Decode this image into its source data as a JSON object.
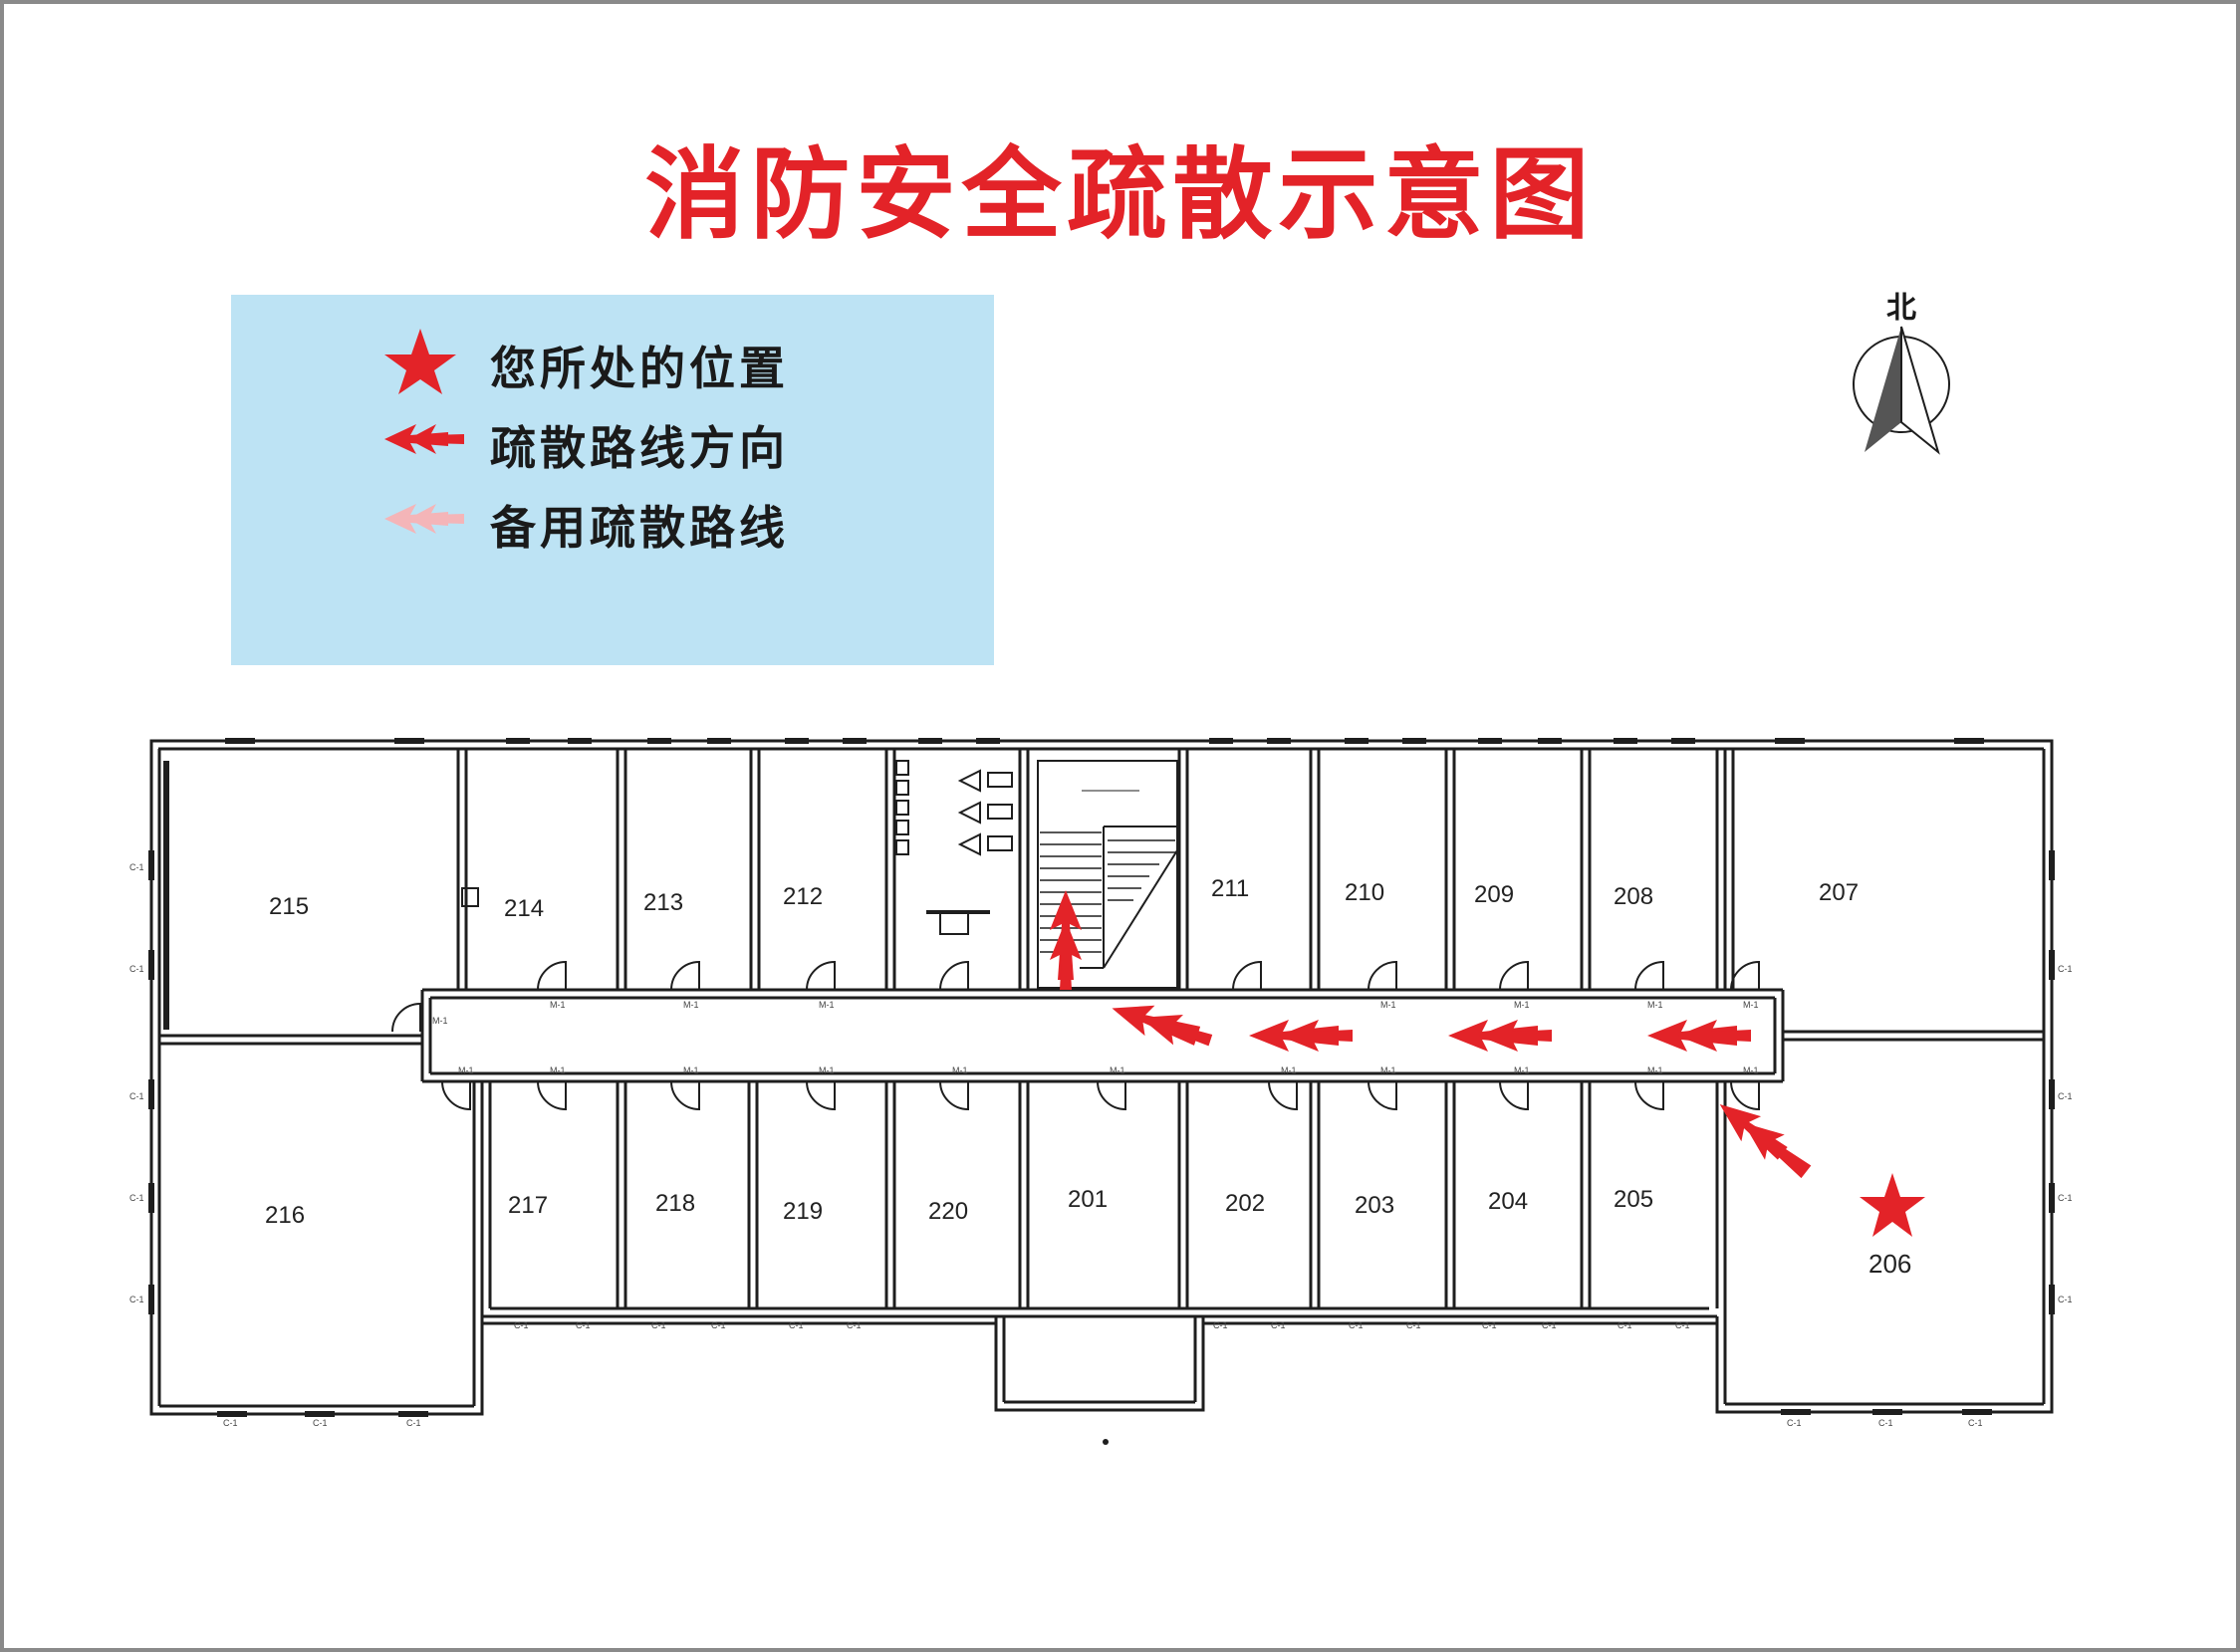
{
  "title": "消防安全疏散示意图",
  "colors": {
    "title": "#e32328",
    "legend_bg": "#bde3f4",
    "route": "#e32328",
    "alt_route": "#f4b5b8",
    "wall": "#1e1e1e"
  },
  "legend": {
    "items": [
      {
        "symbol": "star-icon",
        "label": "您所处的位置"
      },
      {
        "symbol": "arrow-left-icon",
        "label": "疏散路线方向"
      },
      {
        "symbol": "arrow-left-light-icon",
        "label": "备用疏散路线"
      }
    ]
  },
  "compass": {
    "north_label": "北"
  },
  "floor_plan": {
    "rooms": {
      "r215": "215",
      "r214": "214",
      "r213": "213",
      "r212": "212",
      "r211": "211",
      "r210": "210",
      "r209": "209",
      "r208": "208",
      "r207": "207",
      "r216": "216",
      "r217": "217",
      "r218": "218",
      "r219": "219",
      "r220": "220",
      "r201": "201",
      "r202": "202",
      "r203": "203",
      "r204": "204",
      "r205": "205"
    },
    "current_location": "206",
    "door_code": "M-1",
    "window_code": "C-1"
  }
}
